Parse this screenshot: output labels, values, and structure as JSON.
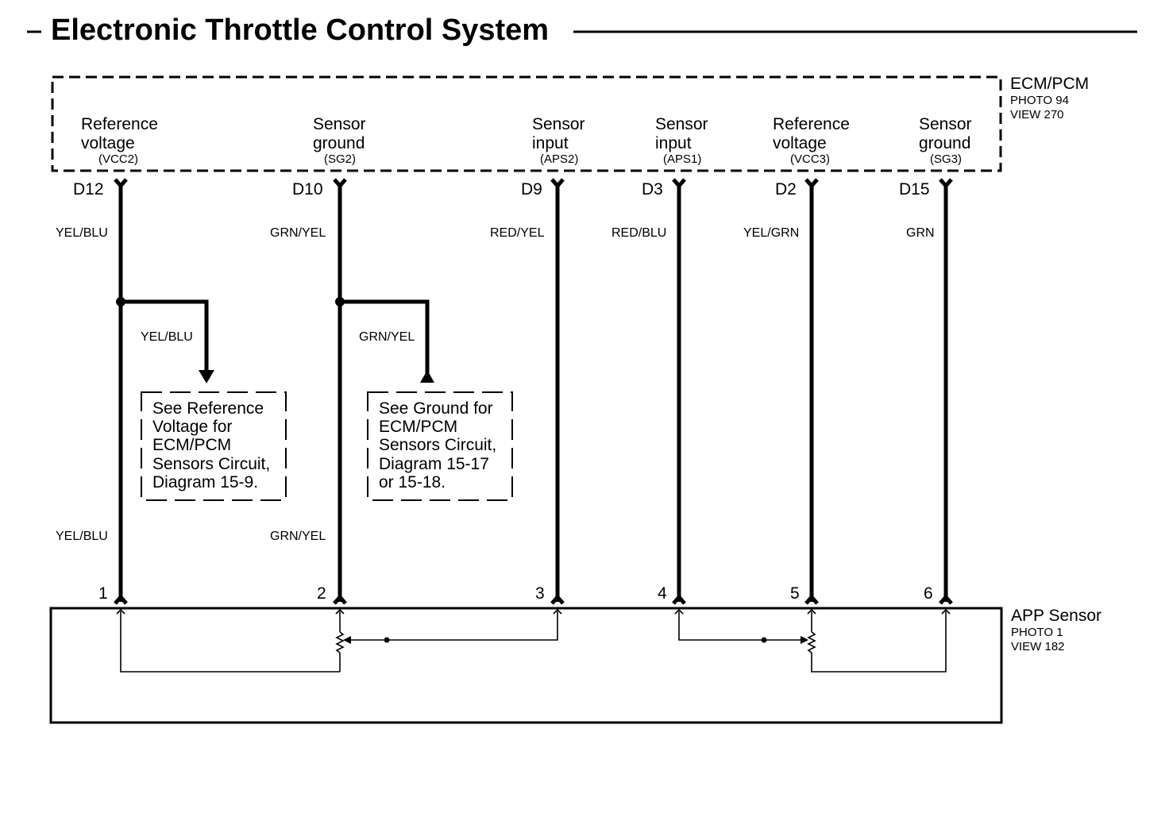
{
  "title": "Electronic Throttle Control System",
  "ecm": {
    "name": "ECM/PCM",
    "photo": "PHOTO 94",
    "view": "VIEW 270",
    "terminals": [
      {
        "line1": "Reference",
        "line2": "voltage",
        "code": "(VCC2)",
        "pin": "D12",
        "wire": "YEL/BLU"
      },
      {
        "line1": "Sensor",
        "line2": "ground",
        "code": "(SG2)",
        "pin": "D10",
        "wire": "GRN/YEL"
      },
      {
        "line1": "Sensor",
        "line2": "input",
        "code": "(APS2)",
        "pin": "D9",
        "wire": "RED/YEL"
      },
      {
        "line1": "Sensor",
        "line2": "input",
        "code": "(APS1)",
        "pin": "D3",
        "wire": "RED/BLU"
      },
      {
        "line1": "Reference",
        "line2": "voltage",
        "code": "(VCC3)",
        "pin": "D2",
        "wire": "YEL/GRN"
      },
      {
        "line1": "Sensor",
        "line2": "ground",
        "code": "(SG3)",
        "pin": "D15",
        "wire": "GRN"
      }
    ]
  },
  "branches": [
    {
      "wire": "YEL/BLU",
      "note": [
        "See Reference",
        "Voltage for",
        "ECM/PCM",
        "Sensors Circuit,",
        "Diagram 15-9."
      ]
    },
    {
      "wire": "GRN/YEL",
      "note": [
        "See Ground for",
        "ECM/PCM",
        "Sensors Circuit,",
        "Diagram 15-17",
        "or 15-18."
      ]
    }
  ],
  "lower_wires": [
    "YEL/BLU",
    "GRN/YEL"
  ],
  "app": {
    "name": "APP Sensor",
    "photo": "PHOTO 1",
    "view": "VIEW 182",
    "pins": [
      "1",
      "2",
      "3",
      "4",
      "5",
      "6"
    ]
  },
  "colors": {
    "line": "#000000",
    "background": "#ffffff"
  }
}
